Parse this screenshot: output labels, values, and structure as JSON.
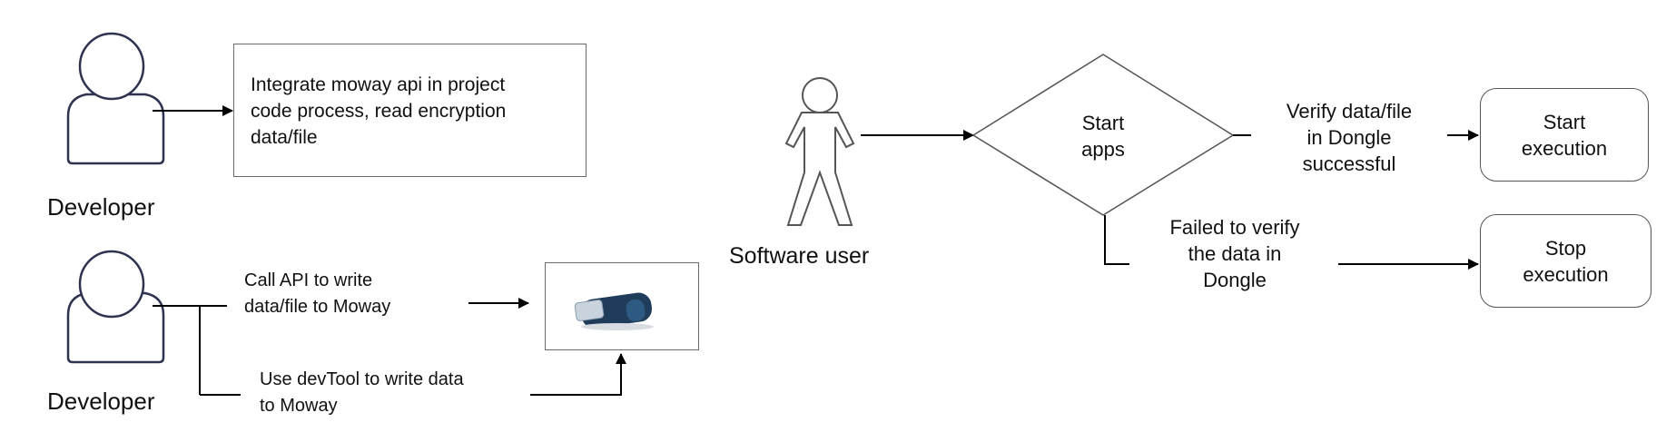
{
  "actors": {
    "developer_top": "Developer",
    "developer_bottom": "Developer",
    "software_user": "Software user"
  },
  "boxes": {
    "integrate": "Integrate moway api in project\ncode process, read encryption\ndata/file",
    "start_execution": "Start\nexecution",
    "stop_execution": "Stop\nexecution"
  },
  "decision": {
    "label": "Start\napps"
  },
  "edges": {
    "call_api": "Call API to write\ndata/file to Moway",
    "use_devtool": "Use devTool to write data\nto Moway",
    "verify_success": "Verify data/file\nin Dongle\nsuccessful",
    "verify_failed": "Failed to verify\nthe data in\nDongle"
  },
  "icons": {
    "person": "person-icon",
    "stick_figure": "stick-figure-icon",
    "usb": "usb-dongle-icon"
  }
}
